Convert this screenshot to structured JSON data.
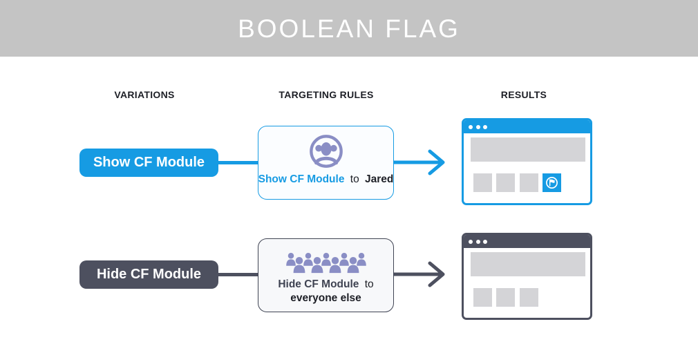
{
  "banner": {
    "title": "BOOLEAN FLAG"
  },
  "columns": {
    "variations": "VARIATIONS",
    "targeting": "TARGETING RULES",
    "results": "RESULTS"
  },
  "rows": [
    {
      "id": "show",
      "variation_label": "Show CF Module",
      "rule": {
        "flag": "Show CF Module",
        "connector": "to",
        "target": "Jared",
        "icon": "single-user-circle-icon"
      },
      "result": {
        "window_theme": "blue",
        "cf_module_visible": true
      }
    },
    {
      "id": "hide",
      "variation_label": "Hide CF Module",
      "rule": {
        "flag": "Hide CF Module",
        "connector": "to",
        "target": "everyone else",
        "icon": "crowd-icon"
      },
      "result": {
        "window_theme": "slate",
        "cf_module_visible": false
      }
    }
  ],
  "colors": {
    "blue": "#169be3",
    "slate": "#4d505f",
    "banner_gray": "#c4c4c4",
    "icon_purple": "#8a8ec5",
    "placeholder_gray": "#d4d4d7",
    "card_bg_blue": "#fbfdff",
    "card_bg_gray": "#f7f8fa",
    "text_dark": "#1d1f26",
    "rule_border_dark": "#3f4352"
  }
}
